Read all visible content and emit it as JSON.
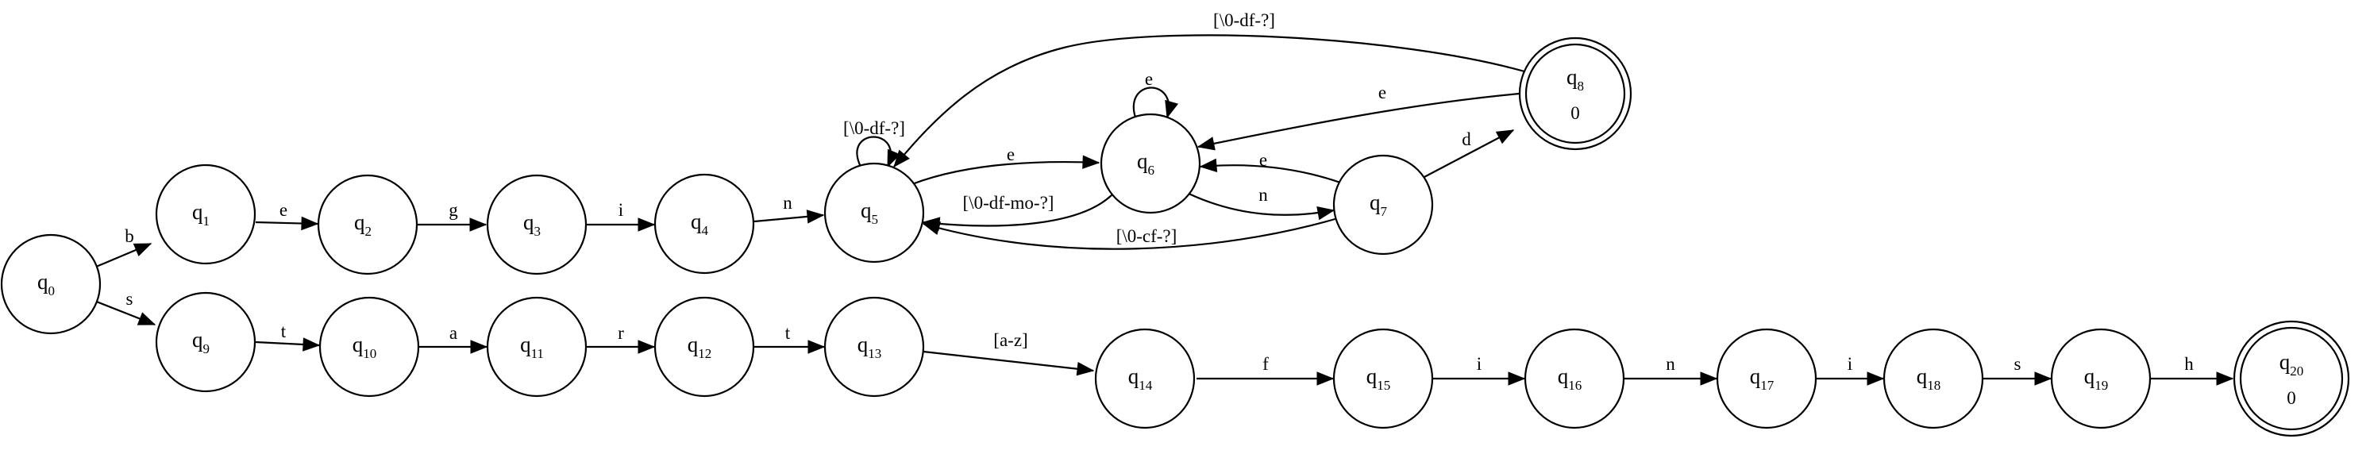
{
  "diagram": {
    "states": [
      {
        "id": "q0",
        "base": "q",
        "sub": "0"
      },
      {
        "id": "q1",
        "base": "q",
        "sub": "1"
      },
      {
        "id": "q2",
        "base": "q",
        "sub": "2"
      },
      {
        "id": "q3",
        "base": "q",
        "sub": "3"
      },
      {
        "id": "q4",
        "base": "q",
        "sub": "4"
      },
      {
        "id": "q5",
        "base": "q",
        "sub": "5"
      },
      {
        "id": "q6",
        "base": "q",
        "sub": "6"
      },
      {
        "id": "q7",
        "base": "q",
        "sub": "7"
      },
      {
        "id": "q8",
        "base": "q",
        "sub": "8",
        "accepting": true,
        "output": "0"
      },
      {
        "id": "q9",
        "base": "q",
        "sub": "9"
      },
      {
        "id": "q10",
        "base": "q",
        "sub": "10"
      },
      {
        "id": "q11",
        "base": "q",
        "sub": "11"
      },
      {
        "id": "q12",
        "base": "q",
        "sub": "12"
      },
      {
        "id": "q13",
        "base": "q",
        "sub": "13"
      },
      {
        "id": "q14",
        "base": "q",
        "sub": "14"
      },
      {
        "id": "q15",
        "base": "q",
        "sub": "15"
      },
      {
        "id": "q16",
        "base": "q",
        "sub": "16"
      },
      {
        "id": "q17",
        "base": "q",
        "sub": "17"
      },
      {
        "id": "q18",
        "base": "q",
        "sub": "18"
      },
      {
        "id": "q19",
        "base": "q",
        "sub": "19"
      },
      {
        "id": "q20",
        "base": "q",
        "sub": "20",
        "accepting": true,
        "output": "0"
      }
    ],
    "transitions": [
      {
        "from": "q0",
        "to": "q1",
        "label": "b"
      },
      {
        "from": "q1",
        "to": "q2",
        "label": "e"
      },
      {
        "from": "q2",
        "to": "q3",
        "label": "g"
      },
      {
        "from": "q3",
        "to": "q4",
        "label": "i"
      },
      {
        "from": "q4",
        "to": "q5",
        "label": "n"
      },
      {
        "from": "q5",
        "to": "q5",
        "label": "[\\0-df-?]"
      },
      {
        "from": "q5",
        "to": "q6",
        "label": "e"
      },
      {
        "from": "q6",
        "to": "q6",
        "label": "e"
      },
      {
        "from": "q6",
        "to": "q5",
        "label": "[\\0-df-mo-?]"
      },
      {
        "from": "q6",
        "to": "q7",
        "label": "n"
      },
      {
        "from": "q7",
        "to": "q6",
        "label": "e"
      },
      {
        "from": "q7",
        "to": "q5",
        "label": "[\\0-cf-?]"
      },
      {
        "from": "q7",
        "to": "q8",
        "label": "d"
      },
      {
        "from": "q8",
        "to": "q6",
        "label": "e"
      },
      {
        "from": "q8",
        "to": "q5",
        "label": "[\\0-df-?]"
      },
      {
        "from": "q0",
        "to": "q9",
        "label": "s"
      },
      {
        "from": "q9",
        "to": "q10",
        "label": "t"
      },
      {
        "from": "q10",
        "to": "q11",
        "label": "a"
      },
      {
        "from": "q11",
        "to": "q12",
        "label": "r"
      },
      {
        "from": "q12",
        "to": "q13",
        "label": "t"
      },
      {
        "from": "q13",
        "to": "q14",
        "label": "[a-z]"
      },
      {
        "from": "q14",
        "to": "q15",
        "label": "f"
      },
      {
        "from": "q15",
        "to": "q16",
        "label": "i"
      },
      {
        "from": "q16",
        "to": "q17",
        "label": "n"
      },
      {
        "from": "q17",
        "to": "q18",
        "label": "i"
      },
      {
        "from": "q18",
        "to": "q19",
        "label": "s"
      },
      {
        "from": "q19",
        "to": "q20",
        "label": "h"
      }
    ]
  }
}
